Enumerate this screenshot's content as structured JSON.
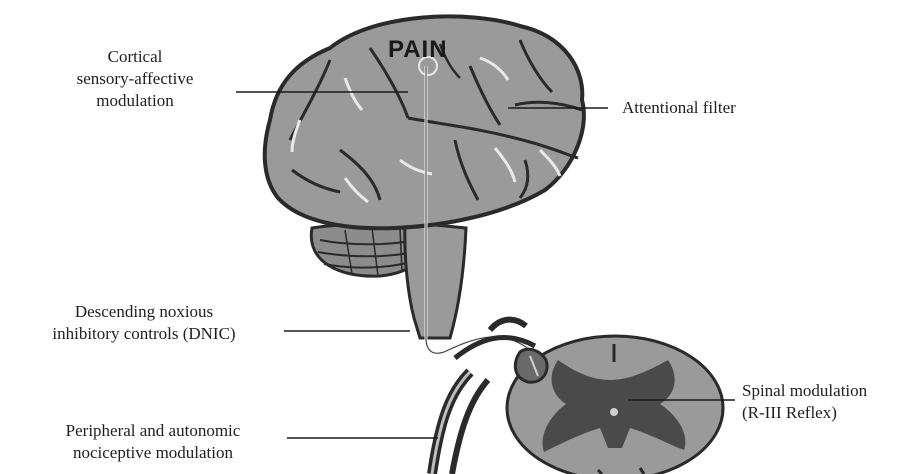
{
  "diagram": {
    "title": "PAIN",
    "labels": {
      "cortical": [
        "Cortical",
        "sensory-affective",
        "modulation"
      ],
      "attentional": "Attentional filter",
      "dnic": [
        "Descending noxious",
        "inhibitory controls (DNIC)"
      ],
      "spinal": [
        "Spinal modulation",
        "(R-III Reflex)"
      ],
      "peripheral": [
        "Peripheral and autonomic",
        "nociceptive modulation"
      ]
    }
  },
  "colors": {
    "brain_fill": "#9a9a9a",
    "brain_outline": "#2a2a2a",
    "spinal_gray": "#4a4a4a",
    "background": "#ffffff"
  }
}
